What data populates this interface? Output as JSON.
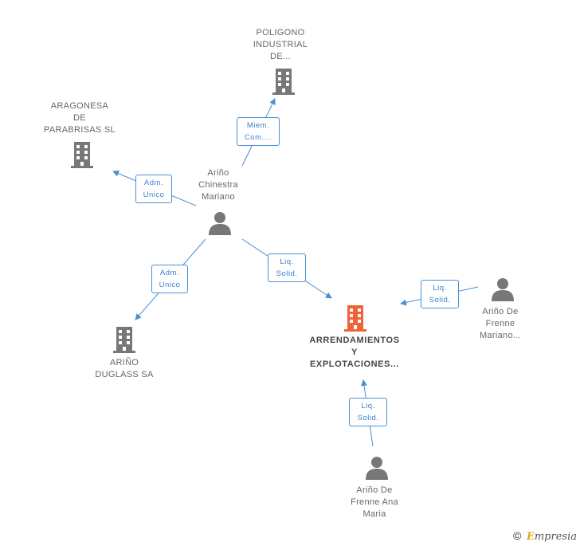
{
  "nodes": {
    "poligono": {
      "lines": [
        "POLIGONO",
        "INDUSTRIAL",
        "DE..."
      ]
    },
    "aragonesa": {
      "lines": [
        "ARAGONESA",
        "DE",
        "PARABRISAS SL"
      ]
    },
    "chinestra": {
      "lines": [
        "Ariño",
        "Chinestra",
        "Mariano"
      ]
    },
    "arino_duglass": {
      "lines": [
        "ARIÑO",
        "DUGLASS SA"
      ]
    },
    "arrendamientos": {
      "lines": [
        "ARRENDAMIENTOS",
        "Y",
        "EXPLOTACIONES..."
      ]
    },
    "frenne_mariano": {
      "lines": [
        "Ariño De",
        "Frenne",
        "Mariano..."
      ]
    },
    "frenne_ana": {
      "lines": [
        "Ariño De",
        "Frenne Ana",
        "Maria"
      ]
    }
  },
  "edges": {
    "miem": {
      "lines": [
        "Miem.",
        "Com...."
      ]
    },
    "adm1": {
      "lines": [
        "Adm.",
        "Unico"
      ]
    },
    "adm2": {
      "lines": [
        "Adm.",
        "Unico"
      ]
    },
    "liq1": {
      "lines": [
        "Liq.",
        "Solid."
      ]
    },
    "liq2": {
      "lines": [
        "Liq.",
        "Solid."
      ]
    },
    "liq3": {
      "lines": [
        "Liq.",
        "Solid."
      ]
    }
  },
  "colors": {
    "company": "#777777",
    "company_main": "#f0623a",
    "person": "#777777",
    "edge": "#4a8fd6"
  },
  "footer": {
    "copyright": "©",
    "brand_initial": "E",
    "brand_rest": "mpresia"
  }
}
